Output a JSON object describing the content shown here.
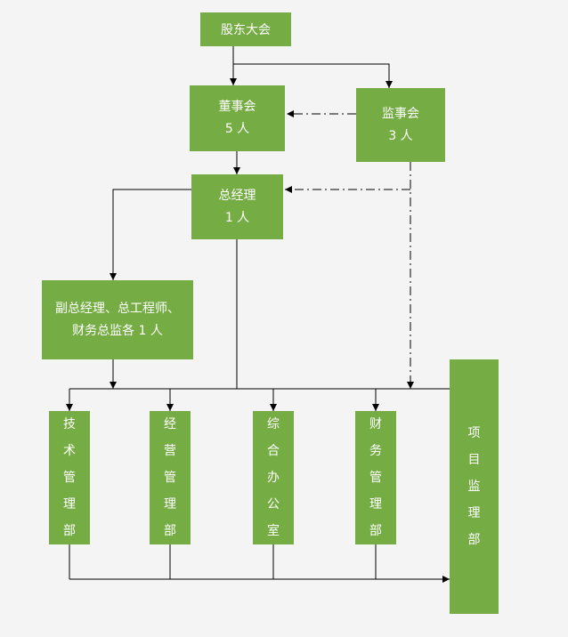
{
  "colors": {
    "node_fill": "#75ad44",
    "node_text": "#ffffff",
    "connector": "#000000",
    "background": "#f4f4f5"
  },
  "nodes": {
    "shareholders": {
      "label": "股东大会"
    },
    "board": {
      "label": "董事会\n5 人"
    },
    "supervisors": {
      "label": "监事会\n3 人"
    },
    "general_manager": {
      "label": "总经理\n1 人"
    },
    "deputies": {
      "label": "副总经理、总工程师、\n财务总监各 1 人"
    },
    "dept_tech": {
      "label": "技\n术\n管\n理\n部"
    },
    "dept_business": {
      "label": "经\n营\n管\n理\n部"
    },
    "dept_office": {
      "label": "综\n合\n办\n公\n室"
    },
    "dept_finance": {
      "label": "财\n务\n管\n理\n部"
    },
    "dept_supervision": {
      "label": "项\n目\n监\n理\n部"
    }
  }
}
